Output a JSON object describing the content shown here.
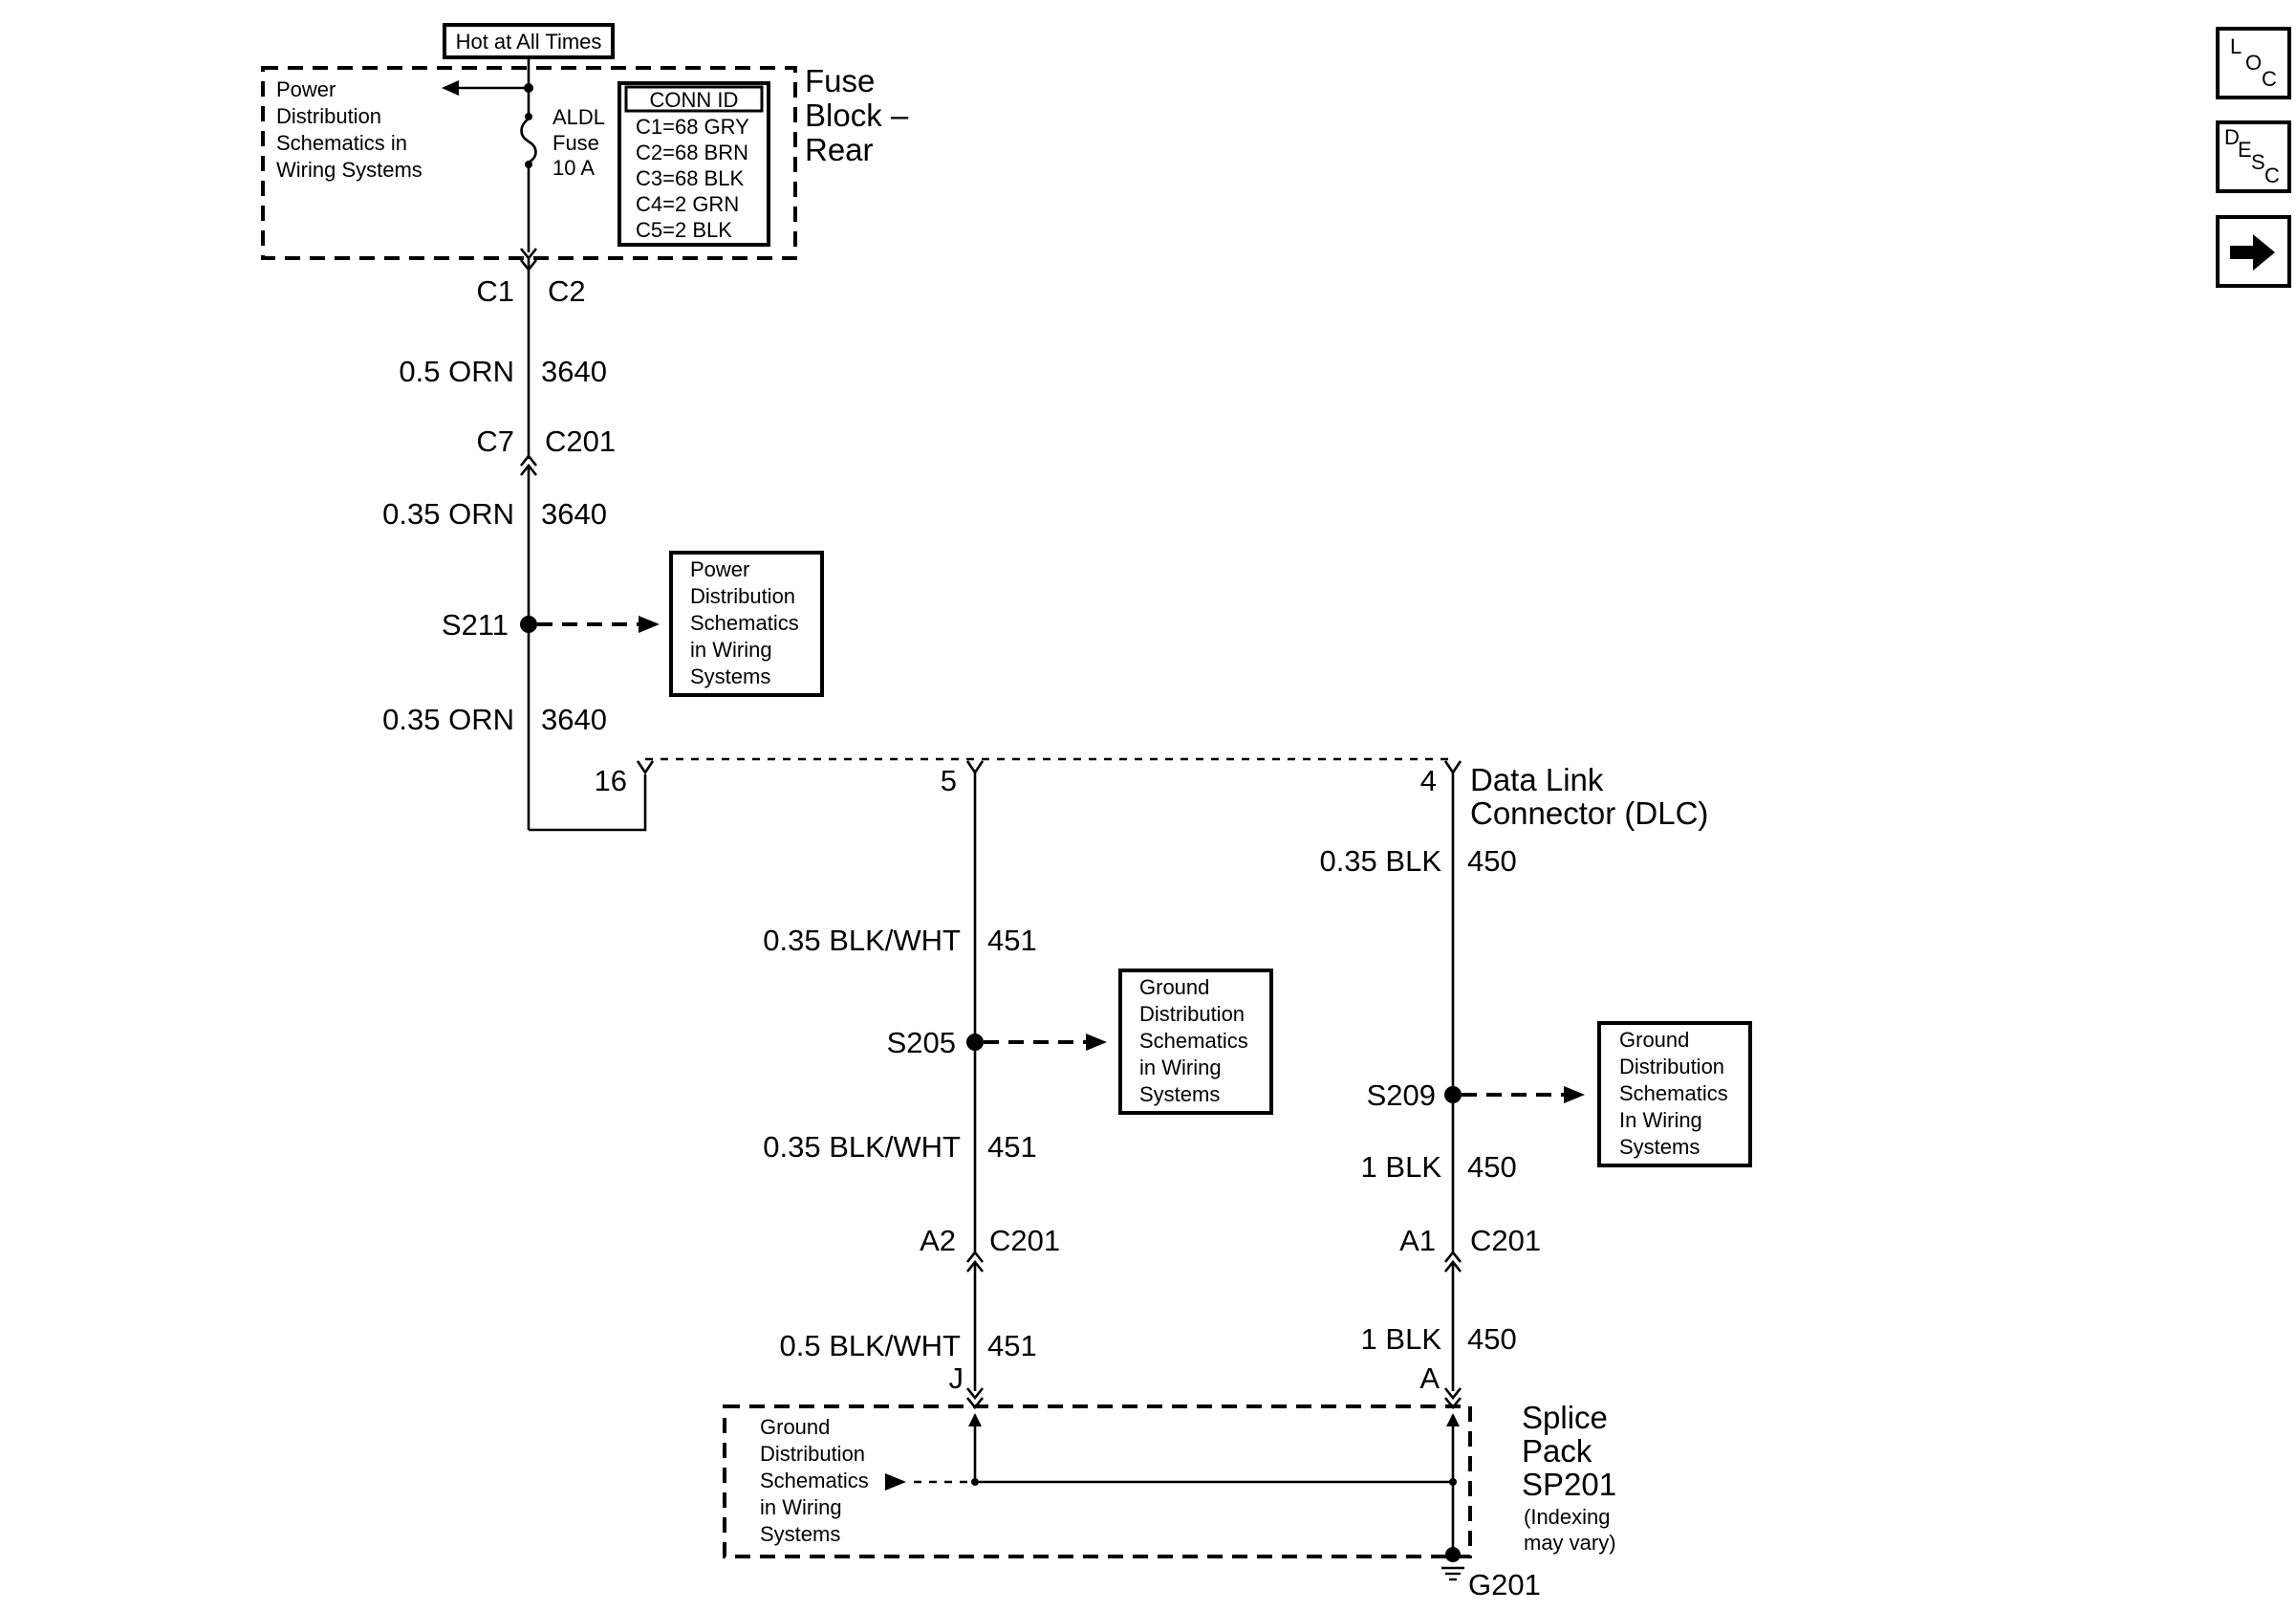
{
  "fuse_block": {
    "hot_label": "Hot at All Times",
    "ref_lines": [
      "Power",
      "Distribution",
      "Schematics in",
      "Wiring Systems"
    ],
    "fuse_lines": [
      "ALDL",
      "Fuse",
      "10 A"
    ],
    "conn_id_title": "CONN ID",
    "conn_ids": [
      "C1=68 GRY",
      "C2=68 BRN",
      "C3=68 BLK",
      "C4=2 GRN",
      "C5=2 BLK"
    ],
    "name_lines": [
      "Fuse",
      "Block –",
      "Rear"
    ]
  },
  "left_circuit": {
    "conn1_left": "C1",
    "conn1_right": "C2",
    "wire1_left": "0.5 ORN",
    "wire1_right": "3640",
    "conn2_left": "C7",
    "conn2_right": "C201",
    "wire2_left": "0.35 ORN",
    "wire2_right": "3640",
    "splice": "S211",
    "splice_ref": [
      "Power",
      "Distribution",
      "Schematics",
      "in Wiring",
      "Systems"
    ],
    "wire3_left": "0.35 ORN",
    "wire3_right": "3640"
  },
  "dlc": {
    "pin_16": "16",
    "pin_5": "5",
    "pin_4": "4",
    "name_lines": [
      "Data Link",
      "Connector (DLC)"
    ]
  },
  "mid_circuit": {
    "wire1_left": "0.35 BLK/WHT",
    "wire1_right": "451",
    "splice": "S205",
    "splice_ref": [
      "Ground",
      "Distribution",
      "Schematics",
      "in Wiring",
      "Systems"
    ],
    "wire2_left": "0.35 BLK/WHT",
    "wire2_right": "451",
    "conn_left": "A2",
    "conn_right": "C201",
    "wire3_left": "0.5 BLK/WHT",
    "wire3_right": "451",
    "pin": "J"
  },
  "right_circuit": {
    "wire1_left": "0.35 BLK",
    "wire1_right": "450",
    "splice": "S209",
    "splice_ref": [
      "Ground",
      "Distribution",
      "Schematics",
      "In Wiring",
      "Systems"
    ],
    "wire2_left": "1 BLK",
    "wire2_right": "450",
    "conn_left": "A1",
    "conn_right": "C201",
    "wire3_left": "1 BLK",
    "wire3_right": "450",
    "pin": "A"
  },
  "splice_pack": {
    "ref_lines": [
      "Ground",
      "Distribution",
      "Schematics",
      "in Wiring",
      "Systems"
    ],
    "name_lines": [
      "Splice",
      "Pack",
      "SP201"
    ],
    "note_lines": [
      "(Indexing",
      "may vary)"
    ],
    "ground": "G201"
  },
  "nav": {
    "loc": [
      "L",
      "O",
      "C"
    ],
    "desc": [
      "D",
      "E",
      "S",
      "C"
    ],
    "next_icon": "arrow-right-icon"
  }
}
